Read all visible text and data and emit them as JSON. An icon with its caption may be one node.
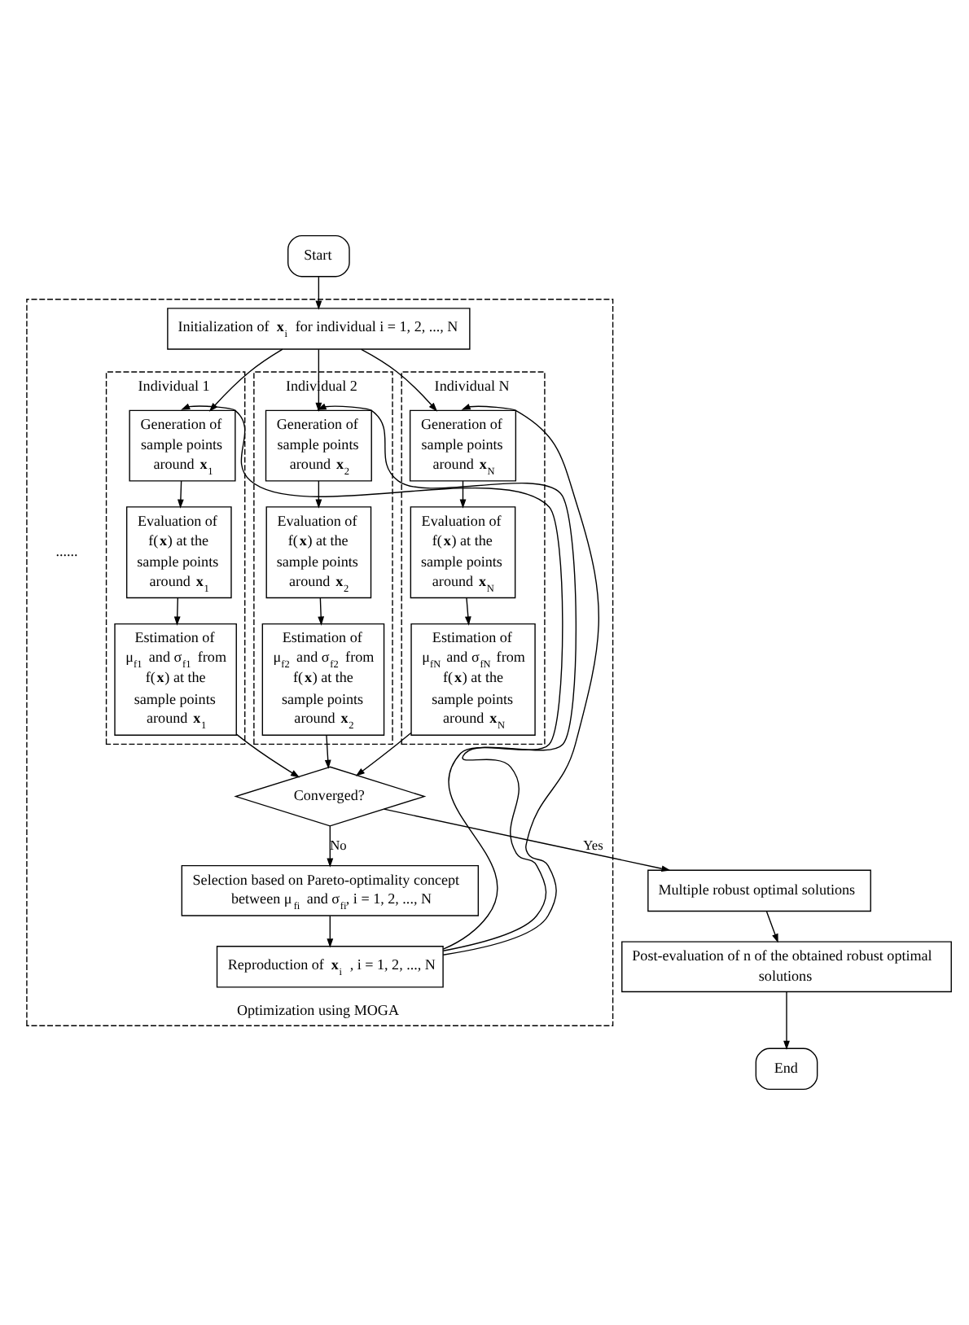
{
  "diagram": {
    "nodes": [
      {
        "text": [
          "Start"
        ]
      },
      {
        "text": [
          "Optimization using MOGA"
        ]
      },
      {
        "text": [
          "Initialization of **x**$_{i}$ for individual i = 1, 2, ..., N"
        ],
        "in": 1
      },
      {
        "text": [
          "Individual 1"
        ],
        "in": 1
      },
      {
        "text": [
          "Generation of sample points around **x**$_{1}$"
        ],
        "in": 3
      },
      {
        "text": [
          "Evaluation of f(**x**) at the sample points around **x**$_{1}$"
        ],
        "in": 3
      },
      {
        "text": [
          "Estimation of μ$_{f1}$ and σ$_{f1}$ from f(**x**) at the sample points around **x**$_{1}$"
        ],
        "in": 3
      },
      {
        "text": [
          "Individual 2"
        ],
        "in": 1
      },
      {
        "text": [
          "Generation of sample points around **x**$_{2}$"
        ],
        "in": 7
      },
      {
        "text": [
          "Evaluation of f(**x**) at the sample points around **x**$_{2}$"
        ],
        "in": 7
      },
      {
        "text": [
          "Estimation of μ$_{f2}$ and σ$_{f2}$ from f(**x**) at the sample points around **x**$_{2}$"
        ],
        "in": 7
      },
      {
        "text": [
          "Individual N"
        ],
        "in": 1
      },
      {
        "text": [
          "Generation of sample points around **x**$_{N}$"
        ],
        "in": 11
      },
      {
        "text": [
          "Evaluation of f(**x**) at the sample points around **x**$_{N}$"
        ],
        "in": 11
      },
      {
        "text": [
          "Estimation of μ$_{fN}$ and σ$_{fN}$ from f(**x**) at the sample points around **x**$_{N}$"
        ],
        "in": 11
      },
      {
        "text": [
          "Converged?"
        ],
        "in": 1
      },
      {
        "text": [
          "Selection based on Pareto-optimality concept between μ$_{fi}$ and σ$_{fi}$, i = 1, 2, ..., N"
        ],
        "in": 1
      },
      {
        "text": [
          "Reproduction of **x**$_{i}$ , i = 1, 2, ..., N"
        ],
        "in": 1
      },
      {
        "text": [
          "Multiple robust optimal solutions"
        ]
      },
      {
        "text": [
          "Post-evaluation of n of the obtained robust optimal solutions"
        ]
      },
      {
        "text": [
          "End"
        ]
      }
    ],
    "edges": [
      {
        "from": 0,
        "to": 2,
        "arrow": "to"
      },
      {
        "from": 2,
        "to": 4,
        "arrow": "to"
      },
      {
        "from": 2,
        "to": 8,
        "arrow": "to"
      },
      {
        "from": 2,
        "to": 12,
        "arrow": "to"
      },
      {
        "from": 4,
        "to": 5,
        "arrow": "to"
      },
      {
        "from": 5,
        "to": 6,
        "arrow": "to"
      },
      {
        "from": 8,
        "to": 9,
        "arrow": "to"
      },
      {
        "from": 9,
        "to": 10,
        "arrow": "to"
      },
      {
        "from": 12,
        "to": 13,
        "arrow": "to"
      },
      {
        "from": 13,
        "to": 14,
        "arrow": "to"
      },
      {
        "from": 6,
        "to": 15,
        "arrow": "to"
      },
      {
        "from": 10,
        "to": 15,
        "arrow": "to"
      },
      {
        "from": 14,
        "to": 15,
        "arrow": "to"
      },
      {
        "from": 15,
        "to": 18,
        "label": "Yes",
        "arrow": "to"
      },
      {
        "from": 15,
        "to": 16,
        "label": "No",
        "arrow": "to"
      },
      {
        "from": 16,
        "to": 17,
        "arrow": "to"
      },
      {
        "from": 17,
        "to": 4,
        "arrow": "to"
      },
      {
        "from": 17,
        "to": 8,
        "arrow": "to"
      },
      {
        "from": 17,
        "to": 12,
        "arrow": "to"
      },
      {
        "from": 18,
        "to": 19,
        "arrow": "to"
      },
      {
        "from": 19,
        "to": 20,
        "arrow": "to"
      }
    ],
    "labels": [
      "......"
    ]
  }
}
